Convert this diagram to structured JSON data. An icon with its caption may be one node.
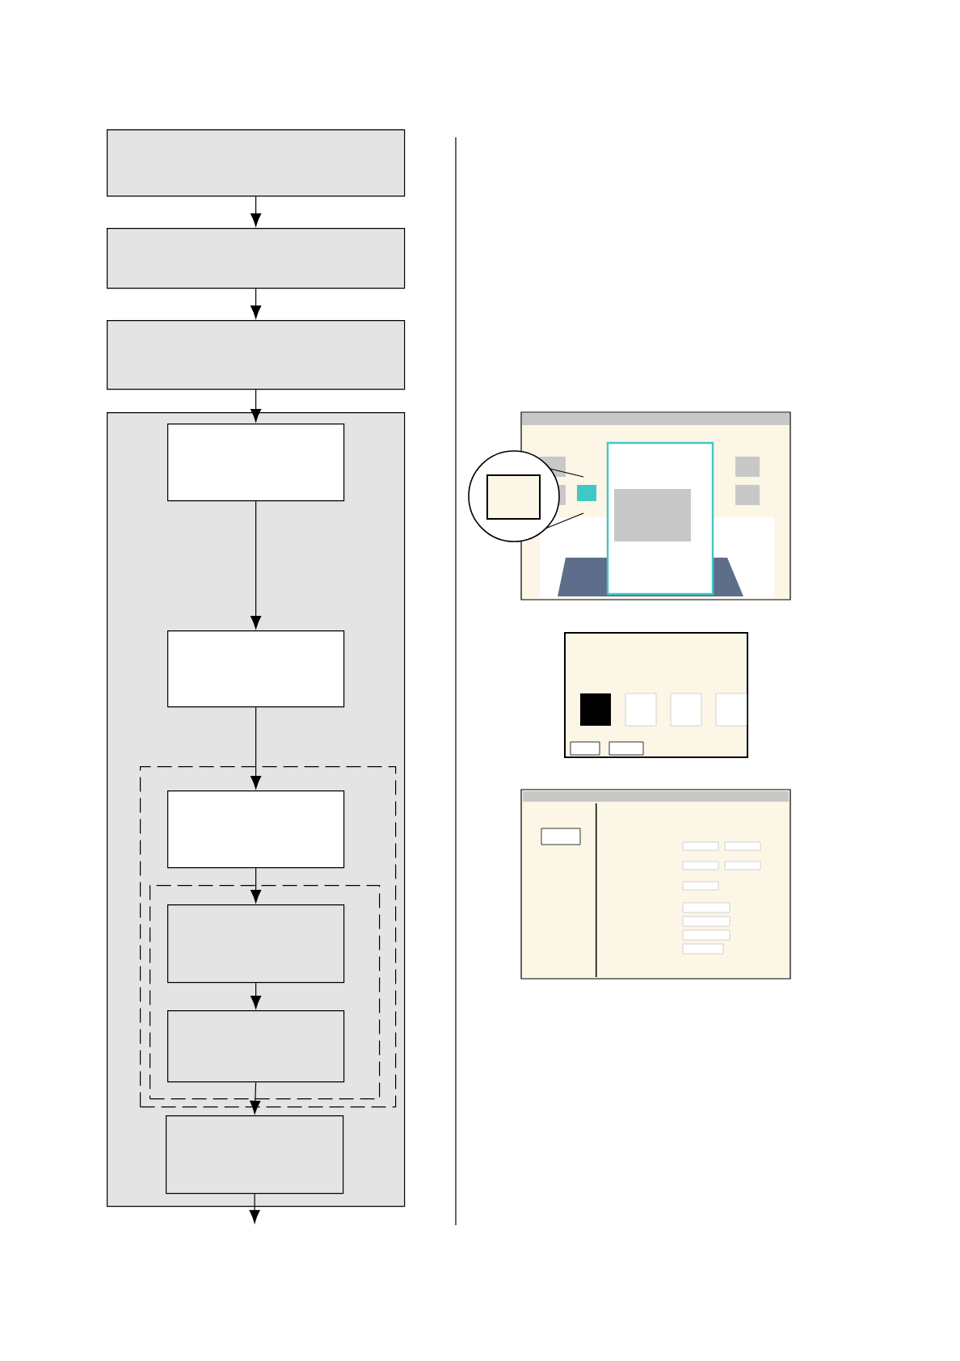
{
  "diagram": {
    "nodes": [
      {
        "text": [],
        "shape": "box"
      },
      {
        "text": [],
        "shape": "box"
      },
      {
        "text": [],
        "shape": "box"
      },
      {
        "text": [],
        "shape": "box"
      },
      {
        "text": [],
        "shape": "box",
        "in": 3
      },
      {
        "text": [],
        "shape": "box",
        "in": 3
      },
      {
        "text": [],
        "shape": "frame",
        "in": 3
      },
      {
        "text": [],
        "shape": "box",
        "in": 6
      },
      {
        "text": [],
        "shape": "frame",
        "in": 6
      },
      {
        "text": [],
        "shape": "box",
        "in": 8
      },
      {
        "text": [],
        "shape": "box",
        "in": 8
      },
      {
        "text": [],
        "shape": "box",
        "in": 3
      }
    ],
    "edges": [
      {
        "from": 0,
        "to": 1,
        "arrow": "to"
      },
      {
        "from": 1,
        "to": 2,
        "arrow": "to"
      },
      {
        "from": 2,
        "to": 4,
        "arrow": "to"
      },
      {
        "from": 4,
        "to": 5,
        "arrow": "to"
      },
      {
        "from": 5,
        "to": 7,
        "arrow": "to"
      },
      {
        "from": 7,
        "to": 9,
        "arrow": "to"
      },
      {
        "from": 9,
        "to": 10,
        "arrow": "to"
      },
      {
        "from": 10,
        "to": 11,
        "arrow": "to"
      },
      {
        "from": 11,
        "to": null,
        "arrow": "to"
      }
    ]
  }
}
